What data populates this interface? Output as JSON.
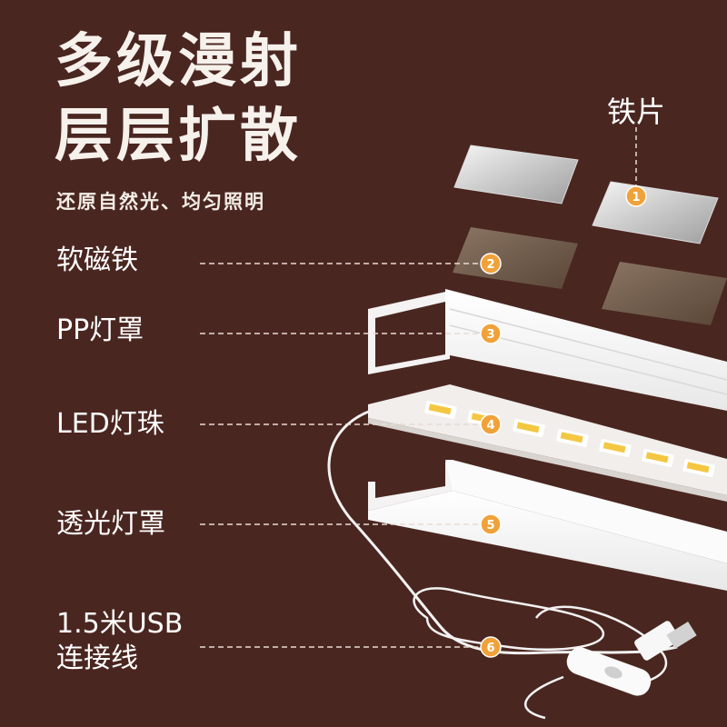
{
  "headline": {
    "line1": "多级漫射",
    "line2": "层层扩散"
  },
  "subtitle": "还原自然光、均匀照明",
  "parts": {
    "iron": {
      "label": "铁片",
      "number": "1"
    },
    "magnet": {
      "label": "软磁铁",
      "number": "2"
    },
    "pp_cover": {
      "label": "PP灯罩",
      "number": "3"
    },
    "led": {
      "label": "LED灯珠",
      "number": "4"
    },
    "transparent_cover": {
      "label": "透光灯罩",
      "number": "5"
    },
    "usb_cable": {
      "label_line1": "1.5米USB",
      "label_line2": "连接线",
      "number": "6"
    }
  },
  "colors": {
    "background": "#4a2620",
    "badge": "#f0a23a",
    "text": "#ffffff"
  }
}
